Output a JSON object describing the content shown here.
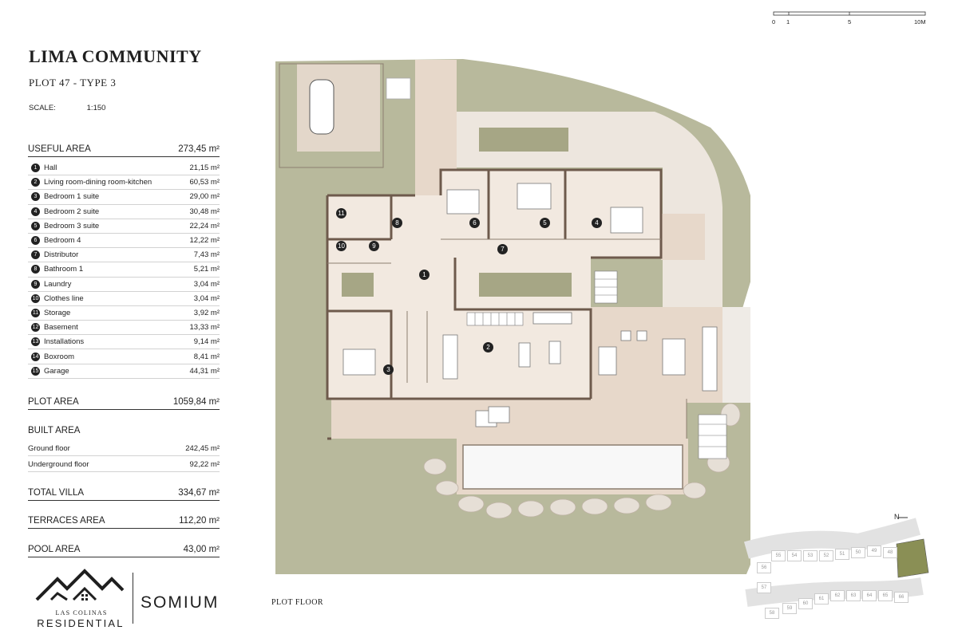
{
  "header": {
    "title": "LIMA COMMUNITY",
    "subtitle": "PLOT 47 - TYPE 3",
    "scale_label": "SCALE:",
    "scale_value": "1:150"
  },
  "useful_area": {
    "label": "USEFUL AREA",
    "value": "273,45 m²",
    "rooms": [
      {
        "num": "1",
        "name": "Hall",
        "area": "21,15 m²"
      },
      {
        "num": "2",
        "name": "Living room-dining room-kitchen",
        "area": "60,53 m²"
      },
      {
        "num": "3",
        "name": "Bedroom 1 suite",
        "area": "29,00 m²"
      },
      {
        "num": "4",
        "name": "Bedroom 2 suite",
        "area": "30,48 m²"
      },
      {
        "num": "5",
        "name": "Bedroom 3 suite",
        "area": "22,24 m²"
      },
      {
        "num": "6",
        "name": "Bedroom 4",
        "area": "12,22 m²"
      },
      {
        "num": "7",
        "name": "Distributor",
        "area": "7,43 m²"
      },
      {
        "num": "8",
        "name": "Bathroom 1",
        "area": "5,21 m²"
      },
      {
        "num": "9",
        "name": "Laundry",
        "area": "3,04 m²"
      },
      {
        "num": "10",
        "name": "Clothes line",
        "area": "3,04 m²"
      },
      {
        "num": "11",
        "name": "Storage",
        "area": "3,92 m²"
      },
      {
        "num": "12",
        "name": "Basement",
        "area": "13,33 m²"
      },
      {
        "num": "13",
        "name": "Installations",
        "area": "9,14 m²"
      },
      {
        "num": "14",
        "name": "Boxroom",
        "area": "8,41 m²"
      },
      {
        "num": "15",
        "name": "Garage",
        "area": "44,31 m²"
      }
    ]
  },
  "plot_area": {
    "label": "PLOT AREA",
    "value": "1059,84 m²"
  },
  "built_area": {
    "label": "BUILT AREA",
    "ground_label": "Ground floor",
    "ground_value": "242,45 m²",
    "under_label": "Underground floor",
    "under_value": "92,22 m²"
  },
  "total_villa": {
    "label": "TOTAL VILLA",
    "value": "334,67 m²"
  },
  "terraces": {
    "label": "TERRACES AREA",
    "value": "112,20 m²"
  },
  "pool": {
    "label": "POOL AREA",
    "value": "43,00 m²"
  },
  "logos": {
    "brand_small": "LAS COLINAS",
    "brand_big": "RESIDENTIAL",
    "partner": "SOMIUM"
  },
  "scalebar": {
    "t0": "0",
    "t1": "1",
    "t5": "5",
    "t10": "10M"
  },
  "plan": {
    "caption": "PLOT FLOOR",
    "badges": [
      "1",
      "2",
      "3",
      "4",
      "5",
      "6",
      "7",
      "8",
      "9",
      "10",
      "11"
    ]
  },
  "sitemap": {
    "north": "N",
    "plots": [
      "55",
      "54",
      "53",
      "52",
      "51",
      "50",
      "49",
      "48",
      "56",
      "57",
      "58",
      "59",
      "60",
      "61",
      "62",
      "63",
      "64",
      "65",
      "66"
    ],
    "highlight": "47"
  },
  "colors": {
    "lawn": "#b8b99c",
    "floor": "#f2e9e0",
    "terrace": "#e7d8ca",
    "wall": "#6e5a4c",
    "pool": "#f8f8f8",
    "highlight_plot": "#8a8f55"
  }
}
